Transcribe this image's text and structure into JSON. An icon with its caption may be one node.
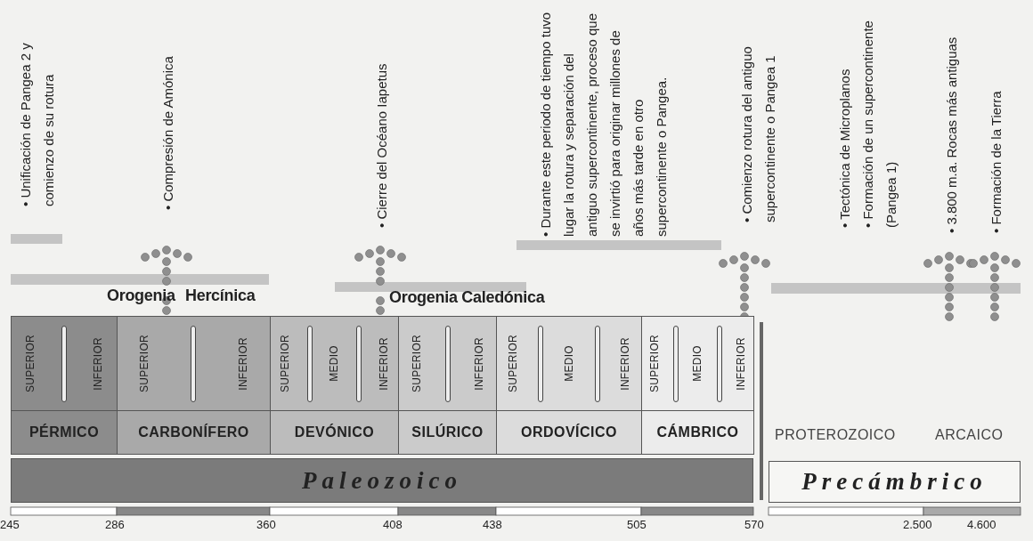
{
  "diagram": {
    "nodes": [
      {
        "text": [
          "SUPERIOR",
          "INFERIOR",
          "PÉRMICO"
        ]
      },
      {
        "text": [
          "SUPERIOR",
          "INFERIOR",
          "CARBONÍFERO"
        ]
      },
      {
        "text": [
          "SUPERIOR",
          "MEDIO",
          "INFERIOR",
          "DEVÓNICO"
        ]
      },
      {
        "text": [
          "SUPERIOR",
          "INFERIOR",
          "SILÚRICO"
        ]
      },
      {
        "text": [
          "SUPERIOR",
          "MEDIO",
          "INFERIOR",
          "ORDOVÍCICO"
        ]
      },
      {
        "text": [
          "SUPERIOR",
          "MEDIO",
          "INFERIOR",
          "CÁMBRICO"
        ]
      },
      {
        "text": [
          "Paleozoico"
        ]
      },
      {
        "text": [
          "Precámbrico"
        ]
      }
    ],
    "labels": [
      "• Unificación de Pangea 2 y comienzo de su rotura",
      "• Compresión de Amónica",
      "• Cierre del Océano Iapetus",
      "• Durante este periodo de tiempo tuvo lugar la rotura y separación del antiguo supercontinente, proceso que se invirtió para originar millones de años más tarde en otro supercontinente o Pangea.",
      "• Comienzo rotura del antiguo supercontinente o Pangea 1",
      "• Tectónica de Microplanos",
      "• Formación de un supercontinente (Pangea 1)",
      "• 3.800 m.a. Rocas más antiguas",
      "• Formación de la Tierra",
      "Orogenia",
      "Hercínica",
      "Orogenia Caledónica",
      "PROTEROZOICO",
      "ARCAICO",
      "245",
      "286",
      "360",
      "408",
      "438",
      "505",
      "570",
      "2.500",
      "4.600"
    ]
  }
}
